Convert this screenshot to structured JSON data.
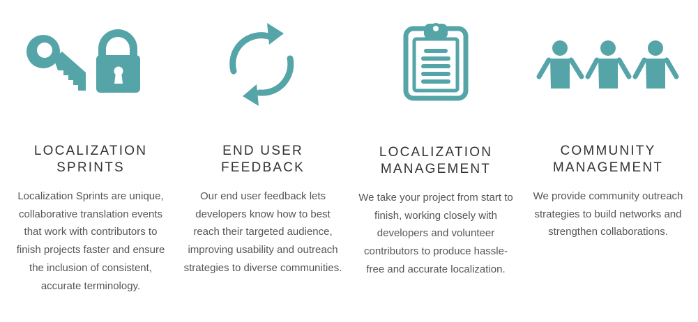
{
  "accent_color": "#55a4a8",
  "features": [
    {
      "icon": "key-lock-icon",
      "title_lines": [
        "LOCALIZATION",
        "SPRINTS"
      ],
      "description": "Localization Sprints are unique, collaborative translation events that work with contributors to finish projects faster and ensure the inclusion of consistent, accurate terminology."
    },
    {
      "icon": "refresh-cycle-icon",
      "title_lines": [
        "END USER",
        "FEEDBACK"
      ],
      "description": "Our end user feedback lets developers know how to best reach their targeted audience, improving usability and outreach strategies to diverse communities."
    },
    {
      "icon": "clipboard-icon",
      "title_lines": [
        "LOCALIZATION",
        "MANAGEMENT"
      ],
      "description": "We take your project from start to finish, working closely with developers and volunteer contributors to produce hassle-free and accurate localization."
    },
    {
      "icon": "people-group-icon",
      "title_lines": [
        "COMMUNITY",
        "MANAGEMENT"
      ],
      "description": "We provide community outreach strategies to build networks and strengthen collaborations."
    }
  ]
}
